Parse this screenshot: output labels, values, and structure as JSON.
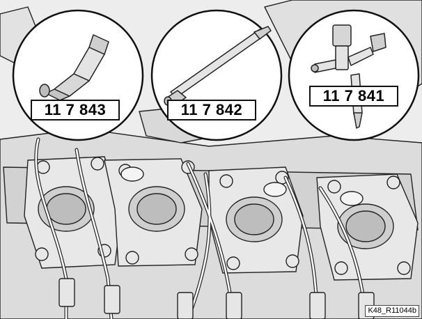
{
  "callouts": [
    {
      "part_number": "11 7 843",
      "tool_icon": "threaded-adapter-icon"
    },
    {
      "part_number": "11 7 842",
      "tool_icon": "extension-rod-icon"
    },
    {
      "part_number": "11 7 841",
      "tool_icon": "pressure-gauge-tester-icon"
    }
  ],
  "figure_id": "K48_R11044b",
  "colors": {
    "line": "#222222",
    "background": "#ffffff",
    "engine_fill": "#e6e6e6",
    "engine_shade": "#cfcfcf"
  }
}
